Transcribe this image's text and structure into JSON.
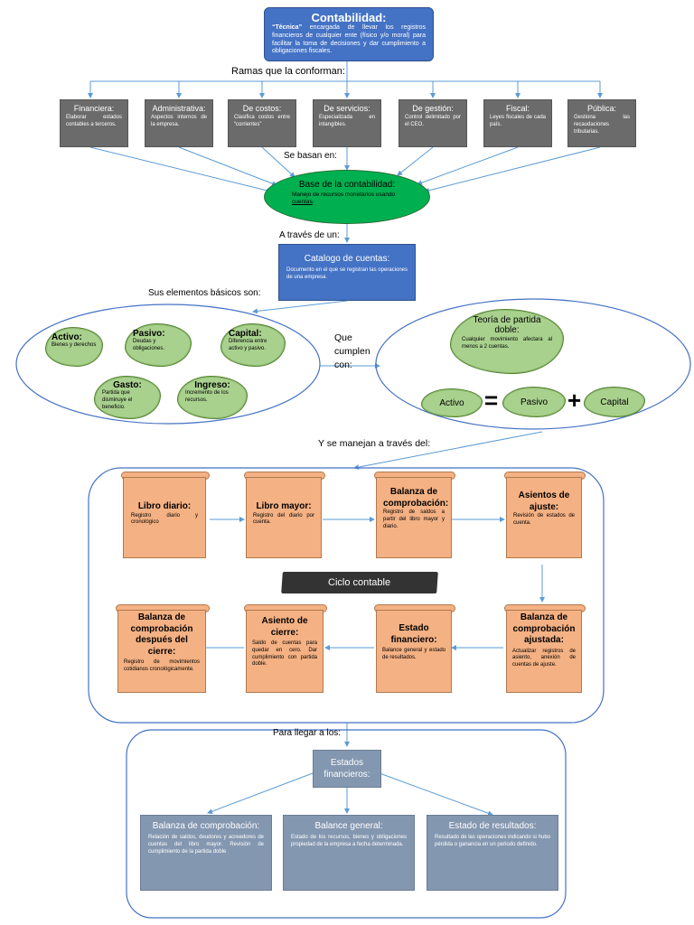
{
  "top": {
    "title": "Contabilidad:",
    "description_lead": "“Técnica”",
    "description": " encargada de llevar los registros financieros de cualquier ente (físico y/o moral) para facilitar la toma de decisiones y dar cumplimiento a obligaciones fiscales."
  },
  "labels": {
    "ramas": "Ramas que la conforman:",
    "se_basan": "Se basan en:",
    "a_traves": "A través de un:",
    "elementos": "Sus elementos básicos son:",
    "que_cumplen": "Que cumplen con:",
    "se_manejan": "Y se manejan a través del:",
    "para_llegar": "Para llegar a los:"
  },
  "branches": [
    {
      "title": "Financiera:",
      "desc": "Elaborar estados contables a terceros."
    },
    {
      "title": "Administrativa:",
      "desc": "Aspectos internos de la empresa."
    },
    {
      "title": "De costos:",
      "desc": "Clasifica costos entre “corrientes”"
    },
    {
      "title": "De servicios:",
      "desc": "Especializada en intangibles."
    },
    {
      "title": "De gestión:",
      "desc": "Control delimitado por el CEO."
    },
    {
      "title": "Fiscal:",
      "desc": "Leyes fiscales de cada país."
    },
    {
      "title": "Pública:",
      "desc": "Gestiona las recaudaciones tributarias."
    }
  ],
  "base": {
    "title": "Base de la contabilidad:",
    "desc": "Manejo de recursos monetarios usando ",
    "desc_link": "cuentas",
    "desc_end": "."
  },
  "catalogo": {
    "title": "Catalogo de cuentas:",
    "desc": "Documento en el que se registran las operaciones de una empresa."
  },
  "elements": [
    {
      "title": "Activo:",
      "desc": "Bienes y derechos"
    },
    {
      "title": "Pasivo:",
      "desc": "Deudas y obligaciones."
    },
    {
      "title": "Capital:",
      "desc": "Diferencia entre activo y pasivo."
    },
    {
      "title": "Gasto:",
      "desc": "Partida que disminuye el beneficio."
    },
    {
      "title": "Ingreso:",
      "desc": "Incremento de los recursos."
    }
  ],
  "partida": {
    "title": "Teoría de partida doble:",
    "desc": "Cualquier movimiento afectara al menos a 2 cuentas.",
    "equation": {
      "activo": "Activo",
      "equals": "=",
      "pasivo": "Pasivo",
      "plus": "+",
      "capital": "Capital"
    }
  },
  "ciclo": {
    "label": "Ciclo contable",
    "steps": [
      {
        "title": "Libro diario:",
        "desc": "Registro diario y cronológico"
      },
      {
        "title": "Libro mayor:",
        "desc": "Registro del diario por cuenta."
      },
      {
        "title": "Balanza de comprobación:",
        "desc": "Registro de saldos a partir del libro mayor y diario."
      },
      {
        "title": "Asientos de ajuste:",
        "desc": "Revisión de estados de cuenta."
      },
      {
        "title": "Balanza de comprobación ajustada:",
        "desc": "Actualizar registros de asiento, anexión de cuentas de ajuste."
      },
      {
        "title": "Estado financiero:",
        "desc": "Balance general y estado de resultados."
      },
      {
        "title": "Asiento de cierre:",
        "desc": "Saldo de cuentas para quedar en cero. Dar cumplimiento con partida doble."
      },
      {
        "title": "Balanza de comprobación después del cierre:",
        "desc": "Registro de movimientos cotidianos cronológicamente."
      }
    ]
  },
  "estados": {
    "title": "Estados financieros:",
    "items": [
      {
        "title": "Balanza de comprobación:",
        "desc": "Relación de saldos, deudores y acreedores de cuentas del libro mayor. Revisión de cumplimiento de la partida doble"
      },
      {
        "title": "Balance general:",
        "desc": "Estado de los recursos, bienes y obligaciones propiedad de la empresa a fecha determinada."
      },
      {
        "title": "Estado de resultados:",
        "desc": "Resultado de las operaciones indicando si hubo pérdida o ganancia en un periodo definido."
      }
    ]
  },
  "colors": {
    "blue": "#4472c4",
    "gray_branch": "#6b6b6b",
    "green": "#00b050",
    "light_green": "#a9d18e",
    "peach": "#f4b183",
    "slate": "#8497b0",
    "line": "#5b9bd5",
    "dark_banner": "#333333"
  }
}
